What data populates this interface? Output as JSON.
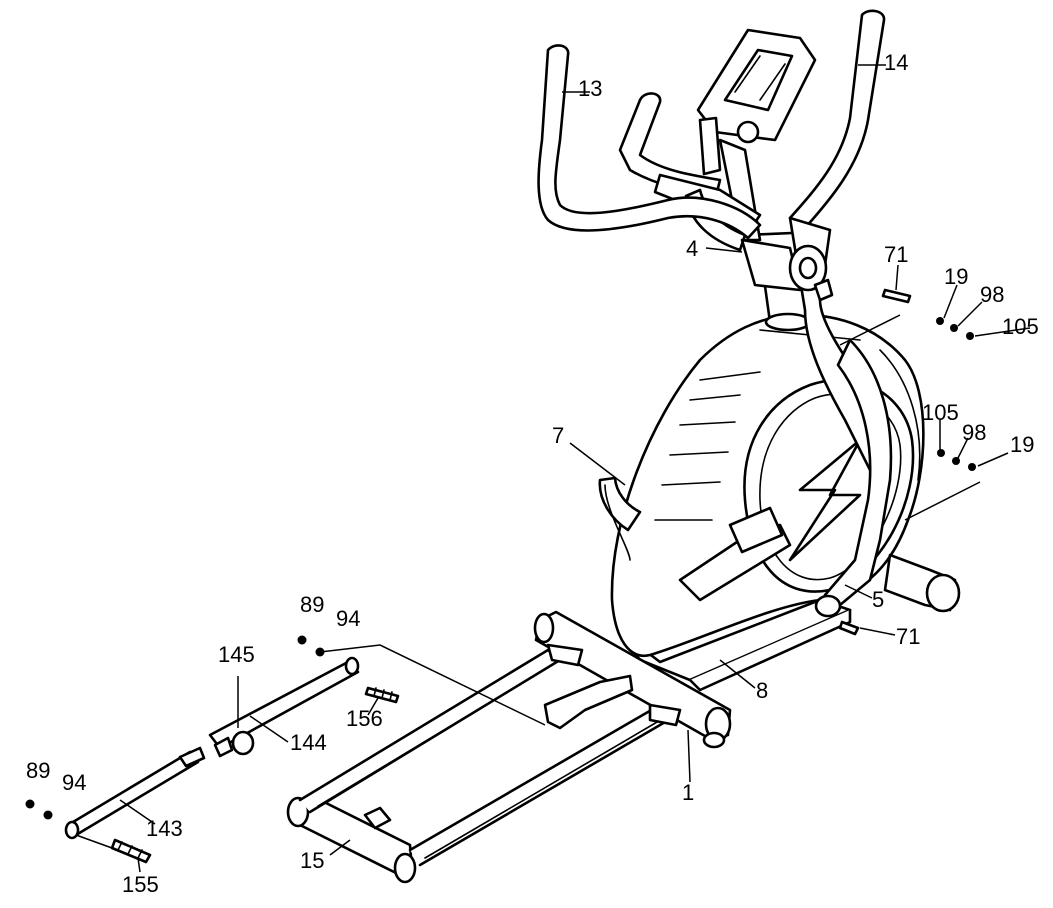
{
  "callouts": {
    "c13": "13",
    "c14": "14",
    "c4": "4",
    "c71a": "71",
    "c19a": "19",
    "c98a": "98",
    "c105a": "105",
    "c105b": "105",
    "c98b": "98",
    "c19b": "19",
    "c7": "7",
    "c5": "5",
    "c71b": "71",
    "c8": "8",
    "c89a": "89",
    "c94a": "94",
    "c145": "145",
    "c156": "156",
    "c144": "144",
    "c1": "1",
    "c89b": "89",
    "c94b": "94",
    "c143": "143",
    "c15": "15",
    "c155": "155"
  },
  "colors": {
    "line": "#000000",
    "background": "#ffffff"
  }
}
